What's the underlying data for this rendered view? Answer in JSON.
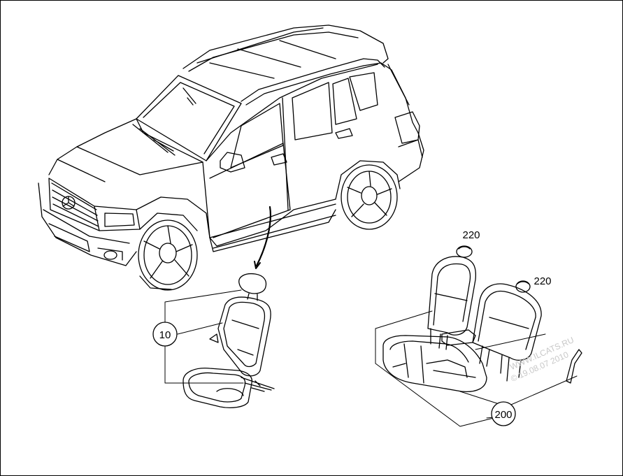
{
  "callouts": {
    "front_seat": "10",
    "rear_seat": "200",
    "headrest_left": "220",
    "headrest_right": "220"
  },
  "watermark": {
    "line1": "WWW.ILCATS.RU",
    "line2": "© 19.08.07 2010"
  },
  "colors": {
    "line": "#000000",
    "background": "#ffffff",
    "watermark": "#c8c8c8"
  }
}
